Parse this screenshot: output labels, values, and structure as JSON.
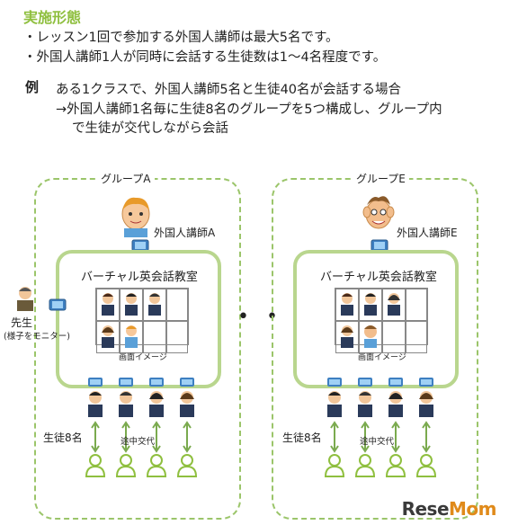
{
  "heading": "実施形態",
  "bullets": [
    "・レッスン1回で参加する外国人講師は最大5名です。",
    "・外国人講師1人が同時に会話する生徒数は1～4名程度です。"
  ],
  "example": {
    "tag": "例",
    "lines": [
      "ある1クラスで、外国人講師5名と生徒40名が会話する場合",
      "→外国人講師1名毎に生徒8名のグループを5つ構成し、グループ内",
      "で生徒が交代しながら会話"
    ]
  },
  "diagram": {
    "group_a": {
      "label": "グループA",
      "teacher_label": "外国人講師A",
      "classroom_title": "バーチャル英会話教室",
      "screen_caption": "画面イメージ",
      "students_label": "生徒8名",
      "rotation_label": "途中交代"
    },
    "group_e": {
      "label": "グループE",
      "teacher_label": "外国人講師E",
      "classroom_title": "バーチャル英会話教室",
      "screen_caption": "画面イメージ",
      "students_label": "生徒8名",
      "rotation_label": "途中交代"
    },
    "observer": {
      "label": "先生",
      "sublabel": "(様子をモニター)"
    },
    "ellipsis": "• • •"
  },
  "logo": {
    "part1": "Rese",
    "part2": "Mom"
  },
  "colors": {
    "accent_green": "#8fbf3f",
    "group_border": "#9bc56a",
    "classroom_border": "#b9d68e",
    "arrow": "#7aaa4e"
  }
}
